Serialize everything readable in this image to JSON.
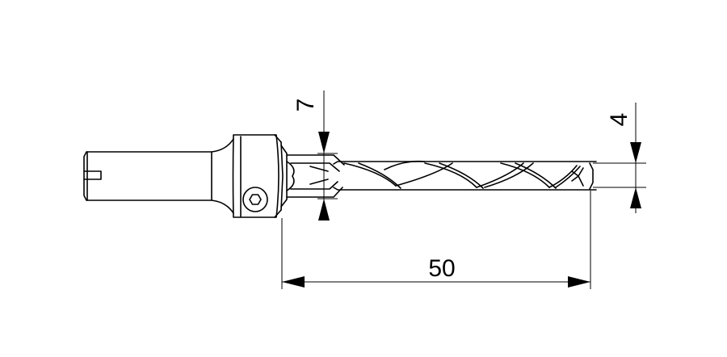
{
  "dimensions": {
    "length": "50",
    "collar_diameter": "7",
    "bit_diameter": "4"
  },
  "colors": {
    "line": "#000000",
    "background": "#ffffff"
  }
}
